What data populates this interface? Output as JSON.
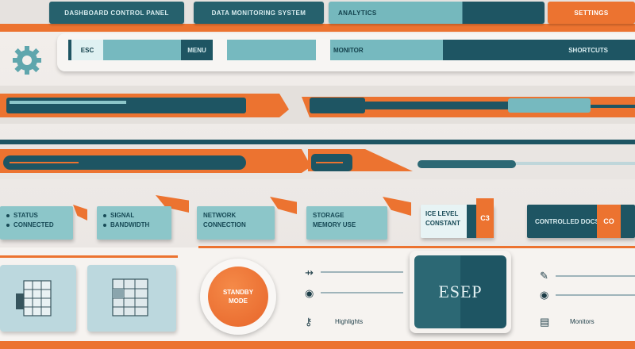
{
  "colors": {
    "teal_dark": "#1e5563",
    "teal_light": "#76b9bf",
    "orange": "#ec7330",
    "background": "#f3efec"
  },
  "tabs": [
    {
      "label": "DASHBOARD CONTROL PANEL"
    },
    {
      "label": "DATA MONITORING SYSTEM"
    },
    {
      "label": "ANALYTICS"
    },
    {
      "label": "SETTINGS"
    }
  ],
  "toolbar": {
    "gear_icon": "gear-icon",
    "btn_a": "ESC",
    "btn_c": "MENU",
    "btn_e": "MONITOR",
    "btn_f": "SHORTCUTS"
  },
  "sliders": {
    "slider1_level": 0.5,
    "slider2_level": 0.6,
    "slider3_level": 0.3,
    "slider4_level": 0.15,
    "slider5_level": 0.55
  },
  "chips": [
    {
      "line1": "STATUS",
      "line2": "CONNECTED"
    },
    {
      "line1": "SIGNAL",
      "line2": "BANDWIDTH"
    },
    {
      "line1": "NETWORK",
      "line2": "CONNECTION"
    },
    {
      "line1": "STORAGE",
      "line2": "MEMORY USE"
    },
    {
      "line1": "ICE LEVEL",
      "line2": "CONSTANT",
      "tag": "C3"
    },
    {
      "label": "CONTROLLED DOCS",
      "tag": "CO"
    }
  ],
  "bottom": {
    "orb_line1": "STANDBY",
    "orb_line2": "MODE",
    "row3_label": "Highlights",
    "row6_label": "Monitors",
    "display_text": "ESEP"
  }
}
